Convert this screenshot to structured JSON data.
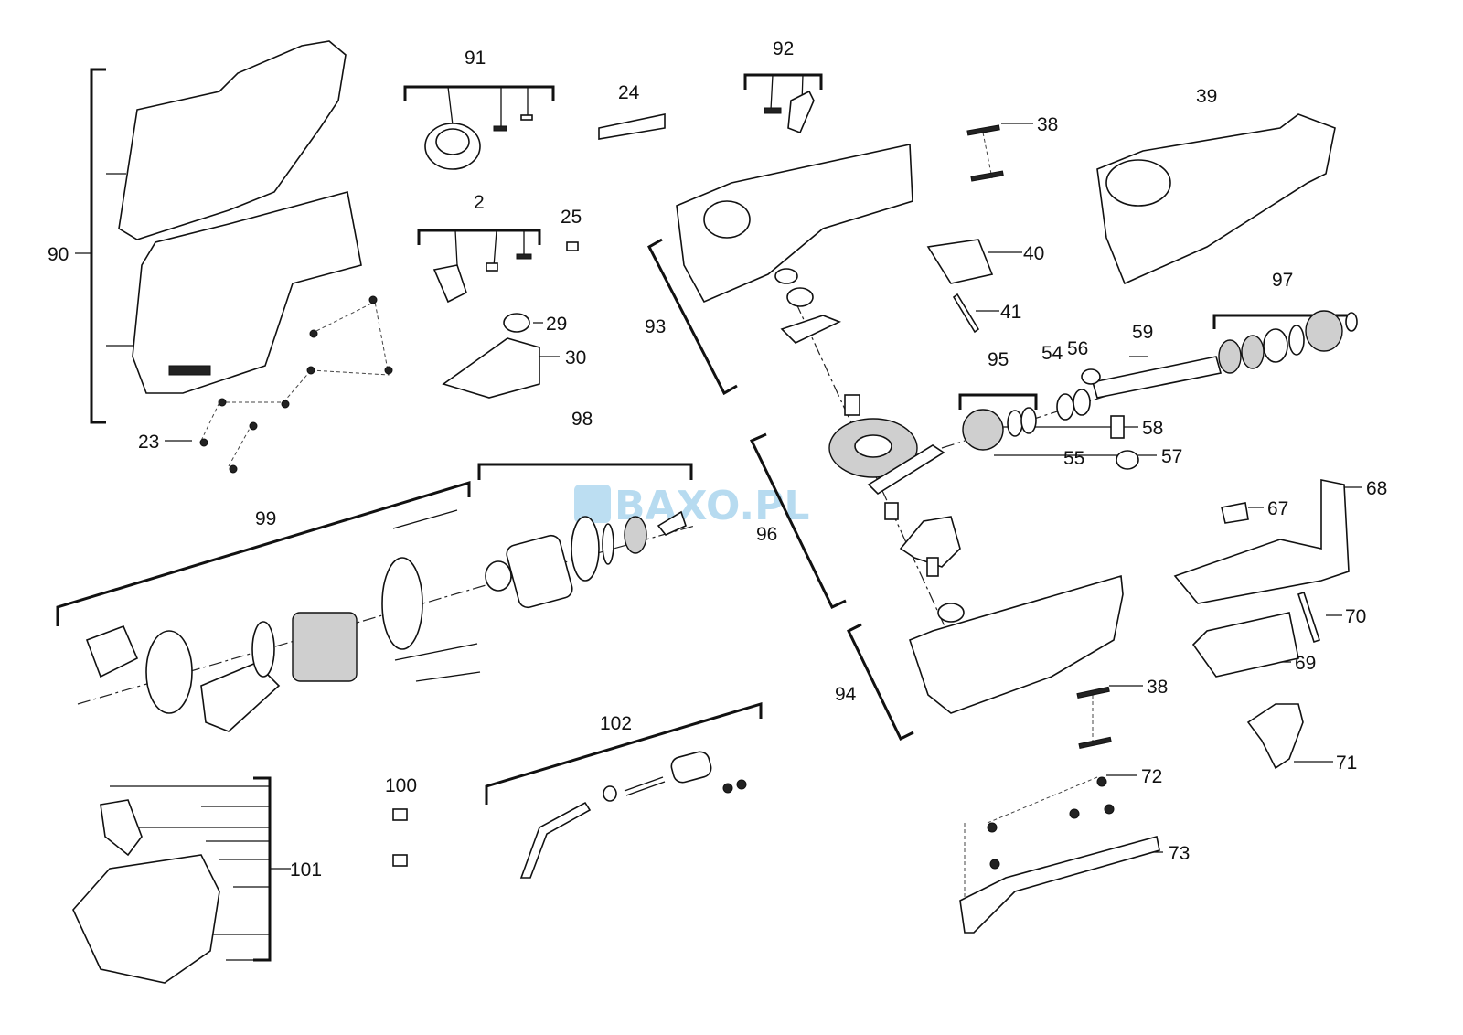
{
  "title": "Exploded parts diagram - cordless reciprocating saw",
  "watermark": "BAXO.PL",
  "callouts": [
    "90",
    "91",
    "92",
    "24",
    "39",
    "38",
    "2",
    "25",
    "40",
    "29",
    "30",
    "41",
    "93",
    "97",
    "95",
    "54",
    "56",
    "59",
    "58",
    "55",
    "57",
    "98",
    "23",
    "99",
    "96",
    "67",
    "68",
    "70",
    "69",
    "94",
    "38",
    "102",
    "71",
    "72",
    "100",
    "101",
    "73"
  ]
}
